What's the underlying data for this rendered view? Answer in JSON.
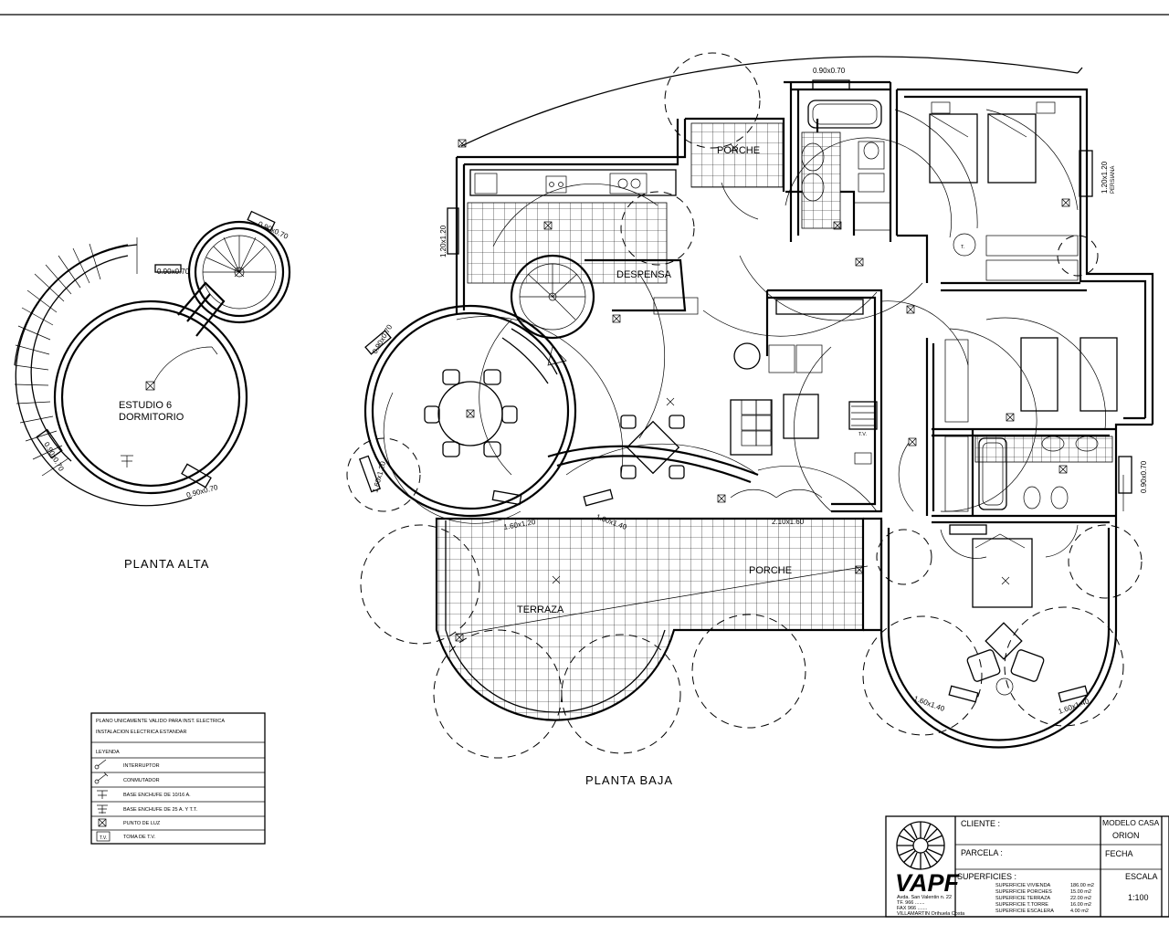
{
  "labels": {
    "upper_floor_title": "PLANTA ALTA",
    "ground_floor_title": "PLANTA BAJA",
    "studio_line1": "ESTUDIO 6",
    "studio_line2": "DORMITORIO",
    "despensa": "DESPENSA",
    "porche_top": "PORCHE",
    "porche_bottom": "PORCHE",
    "terraza": "TERRAZA"
  },
  "dimensions": {
    "window_top_bath": "0.90x0.70",
    "window_upper_a": "0.90x0.70",
    "window_upper_b": "0.90x0.70",
    "window_upper_c": "0.90x0.70",
    "window_upper_d": "0.90x0.70",
    "window_left_round": "0.90x0.70",
    "window_kitchen_left": "1.20x1.20",
    "window_bedroom_right": "1.20x1.20",
    "window_bedroom_right_sub": "PERSIANA",
    "window_right_bath": "0.90x0.70",
    "door_dining_left": "1.60x1.20",
    "door_dining_a": "1.60x1.20",
    "door_dining_b": "1.60x1.40",
    "door_living": "2.10x1.60",
    "door_bedroom_left": "1.60x1.40",
    "door_bedroom_right": "1.60x1.40"
  },
  "legend": {
    "header_line1": "PLANO UNICAMENTE VALIDO PARA INST. ELECTRICA",
    "header_line2": "INSTALACION ELECTRICA ESTANDAR",
    "title": "LEYENDA",
    "items": [
      {
        "symbol": "switch-icon",
        "text": "INTERRUPTOR"
      },
      {
        "symbol": "commutator-icon",
        "text": "CONMUTADOR"
      },
      {
        "symbol": "outlet-10a-icon",
        "text": "BASE ENCHUFE DE 10/16 A."
      },
      {
        "symbol": "outlet-25a-icon",
        "text": "BASE ENCHUFE DE 25 A. Y T.T."
      },
      {
        "symbol": "light-point-icon",
        "text": "PUNTO DE LUZ"
      },
      {
        "symbol": "tv-socket-icon",
        "text": "TOMA DE T.V."
      }
    ]
  },
  "symbols": {
    "tv_label": "T.V.",
    "t_label": "T."
  },
  "title_block": {
    "logo_text": "VAPF",
    "cliente_label": "CLIENTE :",
    "parcela_label": "PARCELA :",
    "superficies_label": "SUPERFICIES :",
    "modelo_label": "MODELO CASA",
    "modelo_value": "ORION",
    "fecha_label": "FECHA",
    "escala_label": "ESCALA",
    "escala_value": "1:100",
    "address_line1": "Avda. San Valentin n. 22",
    "address_line2": "TF. 966 .......",
    "address_line3": "FAX 966 .......",
    "address_line4": "VILLAMARTIN Orihuela Costa",
    "surfaces": [
      {
        "label": "SUPERFICIE VIVIENDA",
        "value": "186.00 m2"
      },
      {
        "label": "SUPERFICIE PORCHES",
        "value": "15.00 m2"
      },
      {
        "label": "SUPERFICIE TERRAZA",
        "value": "22.00 m2"
      },
      {
        "label": "SUPERFICIE T.TORRE",
        "value": "16.00 m2"
      },
      {
        "label": "SUPERFICIE ESCALERA",
        "value": "4.00 m2"
      }
    ]
  }
}
